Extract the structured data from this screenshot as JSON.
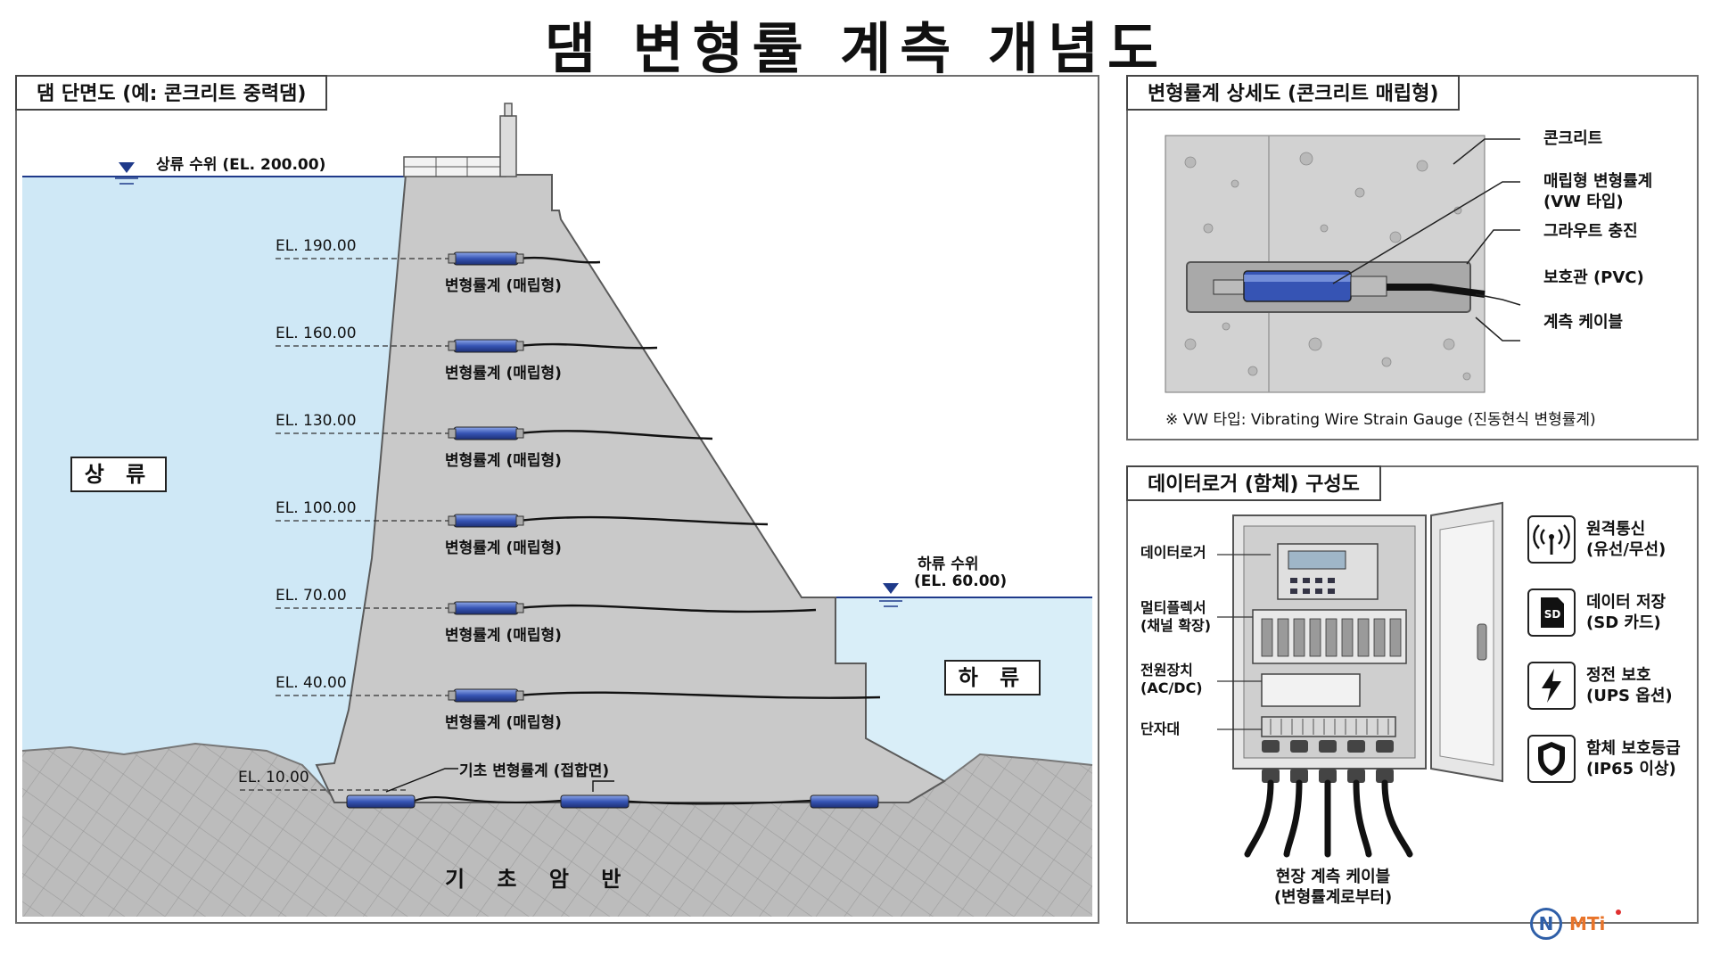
{
  "title": "댐 변형률 계측 개념도",
  "section_panel": {
    "tab": "댐 단면도 (예: 콘크리트 중력댐)",
    "upstream_level": "상류 수위 (EL. 200.00)",
    "downstream_level_1": "하류 수위",
    "downstream_level_2": "(EL. 60.00)",
    "upstream_label": "상 류",
    "downstream_label": "하 류",
    "foundation_label": "기 초 암 반",
    "foundation_gauge_label": "기초 변형률계 (접합면)",
    "elevations": [
      {
        "label": "EL. 190.00",
        "gauge": "변형률계 (매립형)"
      },
      {
        "label": "EL. 160.00",
        "gauge": "변형률계 (매립형)"
      },
      {
        "label": "EL. 130.00",
        "gauge": "변형률계 (매립형)"
      },
      {
        "label": "EL. 100.00",
        "gauge": "변형률계 (매립형)"
      },
      {
        "label": "EL. 70.00",
        "gauge": "변형률계 (매립형)"
      },
      {
        "label": "EL. 40.00",
        "gauge": "변형률계 (매립형)"
      }
    ],
    "base_elevation": "EL. 10.00"
  },
  "detail_panel": {
    "tab": "변형률계 상세도 (콘크리트 매립형)",
    "callouts": [
      "콘크리트",
      "매립형 변형률계",
      "(VW 타입)",
      "그라우트 충진",
      "보호관 (PVC)",
      "계측 케이블"
    ],
    "note": "※ VW 타입: Vibrating Wire Strain Gauge (진동현식 변형률계)"
  },
  "logger_panel": {
    "tab": "데이터로거 (함체) 구성도",
    "components": [
      {
        "line1": "데이터로거",
        "line2": ""
      },
      {
        "line1": "멀티플렉서",
        "line2": "(채널 확장)"
      },
      {
        "line1": "전원장치",
        "line2": "(AC/DC)"
      },
      {
        "line1": "단자대",
        "line2": ""
      }
    ],
    "cable_label_1": "현장 계측 케이블",
    "cable_label_2": "(변형률계로부터)",
    "features": [
      {
        "icon": "antenna-icon",
        "line1": "원격통신",
        "line2": "(유선/무선)"
      },
      {
        "icon": "sd-card-icon",
        "line1": "데이터 저장",
        "line2": "(SD 카드)",
        "glyph": "SD"
      },
      {
        "icon": "lightning-icon",
        "line1": "정전 보호",
        "line2": "(UPS 옵션)"
      },
      {
        "icon": "shield-icon",
        "line1": "함체 보호등급",
        "line2": "(IP65 이상)"
      }
    ]
  },
  "logo": {
    "letter": "N",
    "text": "MTi"
  },
  "colors": {
    "water": "#cfe8f6",
    "concrete": "#c9c9c9",
    "rock": "#bdbdbd",
    "gauge": "#3654b4",
    "logo_blue": "#2f5fa8",
    "logo_orange": "#e8742a"
  }
}
